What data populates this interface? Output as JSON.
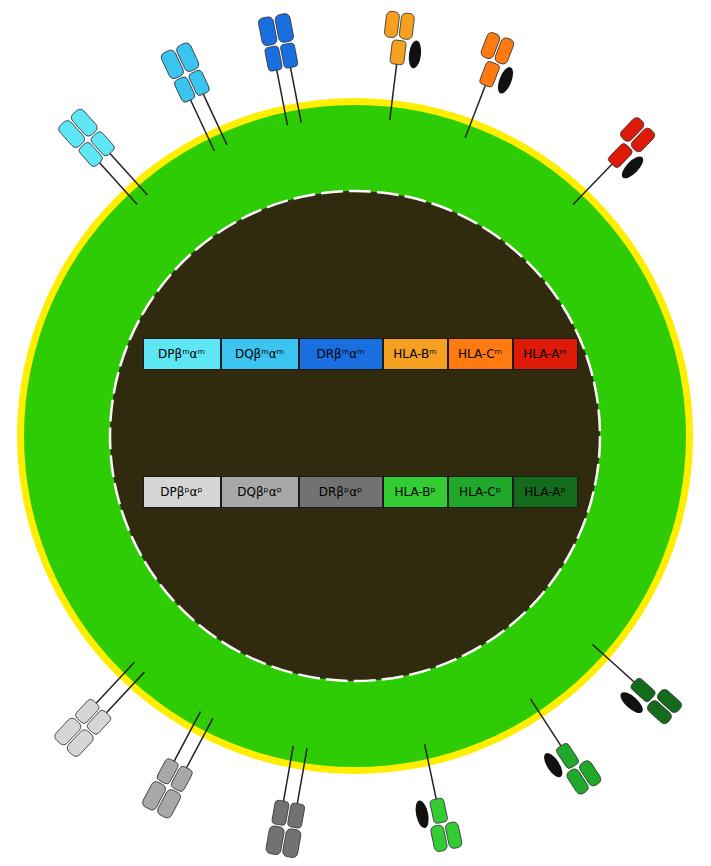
{
  "diagram": {
    "nodes": [
      {
        "text": [
          "DPβᵐαᵐ"
        ]
      },
      {
        "text": [
          "DQβᵐαᵐ"
        ]
      },
      {
        "text": [
          "DRβᵐαᵐ"
        ]
      },
      {
        "text": [
          "HLA-Bᵐ"
        ]
      },
      {
        "text": [
          "HLA-Cᵐ"
        ]
      },
      {
        "text": [
          "HLA-Aᵐ"
        ]
      },
      {
        "text": [
          "DPβᵖαᵖ"
        ]
      },
      {
        "text": [
          "DQβᵖαᵖ"
        ]
      },
      {
        "text": [
          "DRβᵖαᵖ"
        ]
      },
      {
        "text": [
          "HLA-Bᵖ"
        ]
      },
      {
        "text": [
          "HLA-Cᵖ"
        ]
      },
      {
        "text": [
          "HLA-Aᵖ"
        ]
      }
    ]
  }
}
